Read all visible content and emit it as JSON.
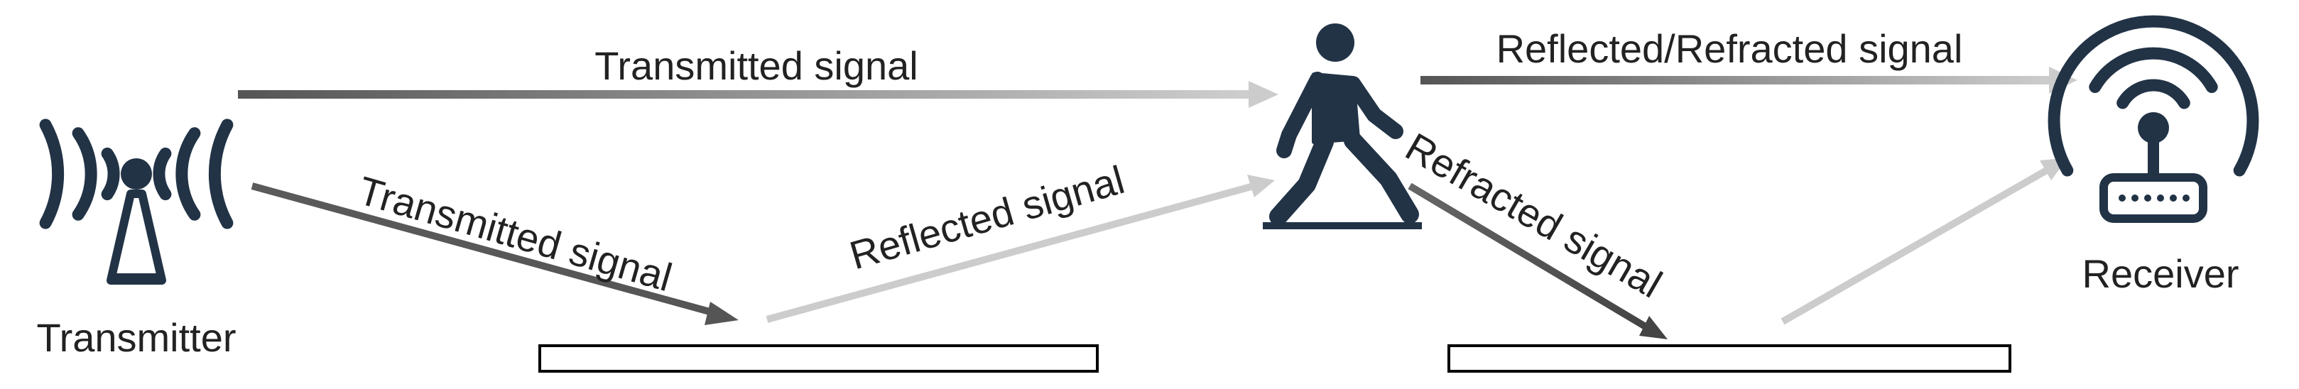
{
  "nodes": {
    "transmitter": {
      "label": "Transmitter",
      "icon": "wifi-antenna-icon"
    },
    "pedestrian": {
      "label": "",
      "icon": "walking-person-icon"
    },
    "receiver": {
      "label": "Receiver",
      "icon": "wifi-router-icon"
    }
  },
  "edges": [
    {
      "id": "direct",
      "from": "transmitter",
      "to": "pedestrian",
      "label": "Transmitted signal"
    },
    {
      "id": "tx-to-ground",
      "from": "transmitter",
      "to": "ground-left",
      "label": "Transmitted signal"
    },
    {
      "id": "ground-reflect",
      "from": "ground-left",
      "to": "pedestrian",
      "label": "Reflected signal"
    },
    {
      "id": "person-to-rx",
      "from": "pedestrian",
      "to": "receiver",
      "label": "Reflected/Refracted signal"
    },
    {
      "id": "person-refract",
      "from": "pedestrian",
      "to": "ground-right",
      "label": "Refracted signal"
    },
    {
      "id": "ground-to-rx",
      "from": "ground-right",
      "to": "receiver",
      "label": ""
    }
  ],
  "colors": {
    "icon": "#223346",
    "arrow_dark": "#555555",
    "arrow_light": "#cccccc"
  }
}
